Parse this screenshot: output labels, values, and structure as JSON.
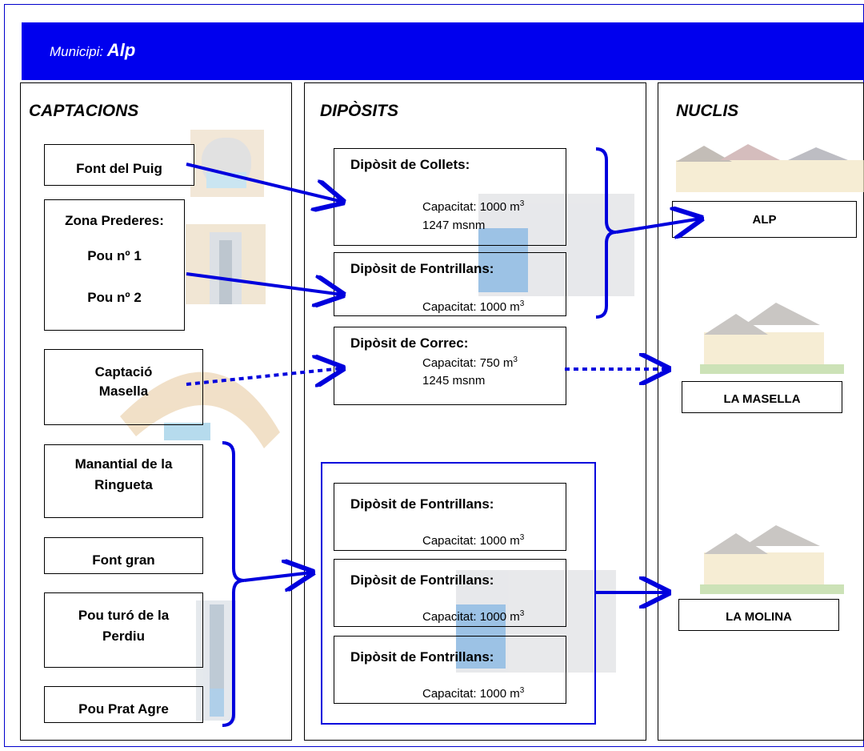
{
  "header": {
    "prefix": "Municipi:",
    "name": "Alp"
  },
  "columns": {
    "captacions": "CAPTACIONS",
    "diposits": "DIPÒSITS",
    "nuclis": "NUCLIS"
  },
  "captacions": {
    "font_puig": "Font del Puig",
    "zona_prederes": "Zona Prederes:",
    "pou1": "Pou nº 1",
    "pou2": "Pou nº 2",
    "captacio_masella_1": "Captació",
    "captacio_masella_2": "Masella",
    "manantial_1": "Manantial de la",
    "manantial_2": "Ringueta",
    "font_gran": "Font gran",
    "pou_turo_1": "Pou turó de la",
    "pou_turo_2": "Perdiu",
    "pou_prat": "Pou Prat Agre"
  },
  "diposits": {
    "collets": {
      "title": "Dipòsit de Collets:",
      "cap": "Capacitat: 1000 m",
      "alt": "1247 msnm"
    },
    "fontrillans_a": {
      "title": "Dipòsit de Fontrillans:",
      "cap": "Capacitat: 1000 m"
    },
    "correc": {
      "title": "Dipòsit de Correc:",
      "cap": "Capacitat: 750 m",
      "alt": "1245 msnm"
    },
    "fontrillans_b": {
      "title": "Dipòsit de Fontrillans:",
      "cap": "Capacitat: 1000 m"
    },
    "fontrillans_c": {
      "title": "Dipòsit de Fontrillans:",
      "cap": "Capacitat: 1000 m"
    },
    "fontrillans_d": {
      "title": "Dipòsit de Fontrillans:",
      "cap": "Capacitat: 1000 m"
    },
    "unit_exp": "3"
  },
  "nuclis": {
    "alp": "ALP",
    "masella": "LA MASELLA",
    "molina": "LA MOLINA"
  },
  "colors": {
    "header": "#0000ee",
    "arrow": "#0000dd",
    "frame": "#0000cc"
  }
}
